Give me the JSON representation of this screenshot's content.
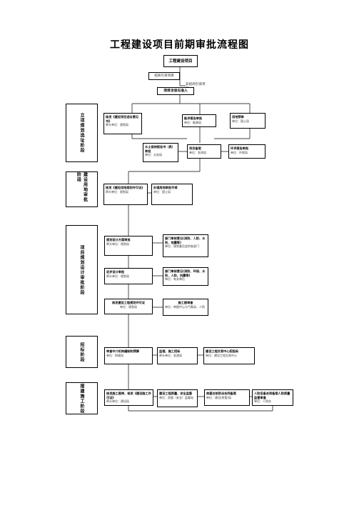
{
  "title": "工程建设项目前期审批流程图",
  "top": {
    "project": "工程建设项目",
    "investment": "招商引资项目",
    "non_investment": "非招商引资项目",
    "negotiation": "项目洽谈与准入"
  },
  "stages": {
    "s1": "立项规划选址阶段",
    "s2": "建设用地审批阶段",
    "s3": "项目规划设计审批阶段",
    "s4": "招标阶段",
    "s5": "报建施工阶段"
  },
  "boxes": {
    "site_selection": {
      "title": "核发《建设项目选址意见书》",
      "sub": "牵头单位：规划局"
    },
    "energy": {
      "title": "能评报告审批",
      "sub": "单位：能源局"
    },
    "land_pre": {
      "title": "用地预审",
      "sub": "单位：国土局"
    },
    "water": {
      "title": "水土保持报告书（表）审批",
      "sub": "单位：水务局"
    },
    "filing": {
      "title": "项目备案",
      "sub": "单位：发改局"
    },
    "env": {
      "title": "环评报告审批",
      "sub": "单位：环保局"
    },
    "land_permit": {
      "title": "核发《建设用地规划许可证》",
      "sub": "牵头单位：规划局"
    },
    "land_approval": {
      "title": "办理用地审批手续",
      "sub": "单位：国土局"
    },
    "plan_design": {
      "title": "规划设计方案审批",
      "sub": "牵头单位：规划局"
    },
    "dept_review1": {
      "title": "部门审核意见(消防、人防、水利、地震等)",
      "sub": "单位：规划委员会的各部门"
    },
    "prelim_design": {
      "title": "初步设计审批",
      "sub": "牵头单位：规划局"
    },
    "dept_review2": {
      "title": "部门审核意见(消防、环保、水利、人防、抗震等)",
      "sub": "单位：有关单位"
    },
    "eng_permit": {
      "title": "核发建设工程规划许可证",
      "sub": "单位：规划局"
    },
    "drawing_review": {
      "title": "施工图审查",
      "sub": "单位：审图中心与气象局、人防"
    },
    "agency": {
      "title": "审查中介机构编制的预算",
      "sub": "单位：财政局"
    },
    "bidding": {
      "title": "监理、施工招标",
      "sub": "牵头单位：发改局"
    },
    "trading": {
      "title": "建设工程交易中心招投标",
      "sub": "单位：建设工程交易中心"
    },
    "construction_permit": {
      "title": "核发施工图审、核发《建设施工许可证》",
      "sub": "牵头单位：建设局"
    },
    "quality_safety": {
      "title": "建设工程质量、安全监督",
      "sub": "单位：质量（安全）监督站"
    },
    "termite": {
      "title": "房屋白蚁防治合同备案",
      "sub": "单位：建设(房管)局"
    },
    "civil_defense": {
      "title": "人防设备合同备案人防质量监督审查",
      "sub": "单位：人防办"
    }
  }
}
